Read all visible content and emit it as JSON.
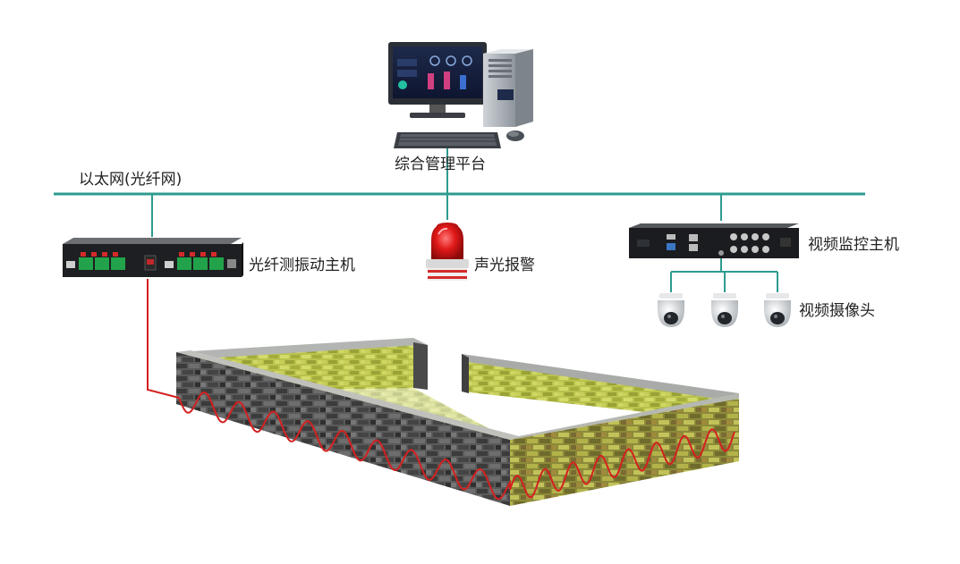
{
  "labels": {
    "platform": "综合管理平台",
    "ethernet": "以太网(光纤网)",
    "fiber_host": "光纤测振动主机",
    "alarm": "声光报警",
    "video_host": "视频监控主机",
    "camera": "视频摄像头"
  },
  "colors": {
    "network_line": "#2e9b8f",
    "fiber_cable": "#d42020",
    "wall_gray": "#4a4a4a",
    "wall_yellow": "#9aa23a",
    "wall_top": "#b8c24a"
  },
  "icons": [
    "computer-monitor-icon",
    "pc-tower-icon",
    "keyboard-icon",
    "mouse-icon",
    "alarm-light-icon",
    "dvr-icon",
    "dome-camera-icon",
    "fiber-host-icon",
    "brick-wall-icon"
  ]
}
